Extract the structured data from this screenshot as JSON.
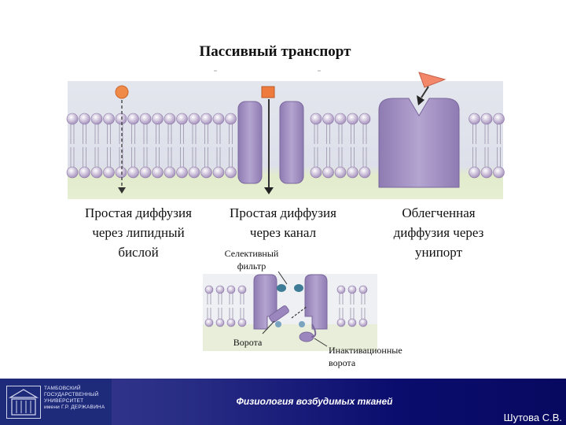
{
  "title": "Пассивный транспорт",
  "captions": {
    "lipid": [
      "Простая диффузия",
      "через липидный",
      "бислой"
    ],
    "channel": [
      "Простая диффузия",
      "через канал"
    ],
    "uniport": [
      "Облегченная",
      "диффузия через",
      "унипорт"
    ]
  },
  "labels": {
    "selective_filter": [
      "Селективный",
      "фильтр"
    ],
    "gate": "Ворота",
    "inactivation_gate": [
      "Инактивационные",
      "ворота"
    ]
  },
  "footer": {
    "logo_text": [
      "ТАМБОВСКИЙ",
      "ГОСУДАРСТВЕННЫЙ",
      "УНИВЕРСИТЕТ",
      "имени Г.Р. ДЕРЖАВИНА"
    ],
    "course": "Физиология возбудимых тканей",
    "author": "Шутова С.В."
  },
  "colors": {
    "membrane_top": "#d9dbe6",
    "membrane_bottom": "#e3ecd0",
    "lipid_head": "#b7a3c9",
    "protein": "#a593c4",
    "molecule_circle": "#f08a48",
    "molecule_square": "#ee7a3e",
    "flag": "#f3876a",
    "footer_bg": "#0b0d6e"
  }
}
